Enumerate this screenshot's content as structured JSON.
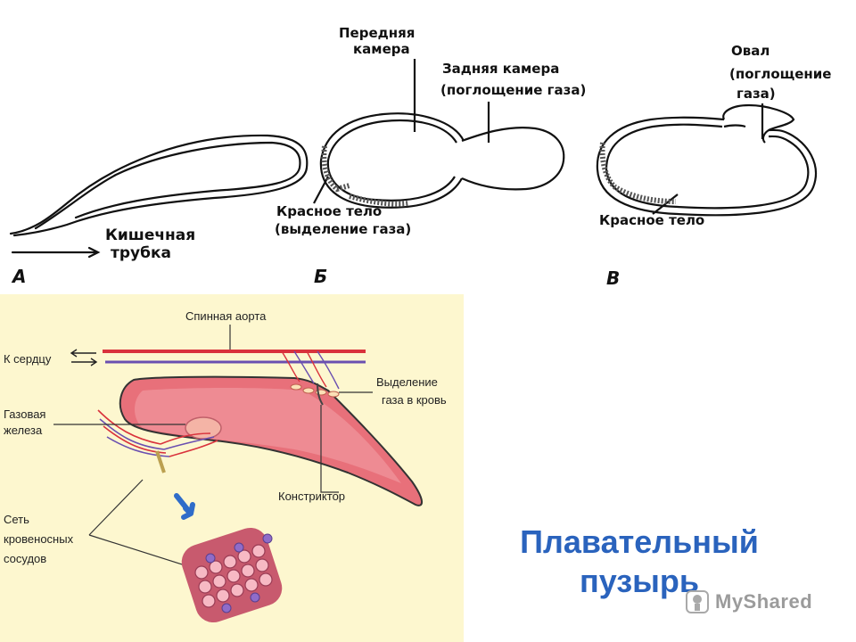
{
  "diagram_top": {
    "panel_a": {
      "letter": "А",
      "label_line1": "Кишечная",
      "label_line2": "трубка"
    },
    "panel_b": {
      "letter": "Б",
      "front_chamber_line1": "Передняя",
      "front_chamber_line2": "камера",
      "rear_chamber_line1": "Задняя камера",
      "rear_chamber_line2": "(поглощение газа)",
      "red_body_line1": "Красное тело",
      "red_body_line2": "(выделение газа)"
    },
    "panel_c": {
      "letter": "В",
      "oval_line1": "Овал",
      "oval_line2": "(поглощение",
      "oval_line3": "газа)",
      "red_body": "Красное тело"
    }
  },
  "diagram_bottom": {
    "dorsal_aorta": "Спинная аорта",
    "to_heart": "К сердцу",
    "gas_gland_line1": "Газовая",
    "gas_gland_line2": "железа",
    "gas_release_line1": "Выделение",
    "gas_release_line2": "газа в кровь",
    "constrictor": "Констриктор",
    "vessel_net_line1": "Сеть",
    "vessel_net_line2": "кровеносных",
    "vessel_net_line3": "сосудов"
  },
  "title": {
    "line1": "Плавательный",
    "line2": "пузырь"
  },
  "watermark": {
    "text": "MyShared"
  },
  "colors": {
    "title": "#2a63bd",
    "bottom_panel_bg": "#fdf7cf",
    "bladder_fill": "#e8707a",
    "artery": "#d9323c",
    "vein": "#6a4fb0"
  }
}
